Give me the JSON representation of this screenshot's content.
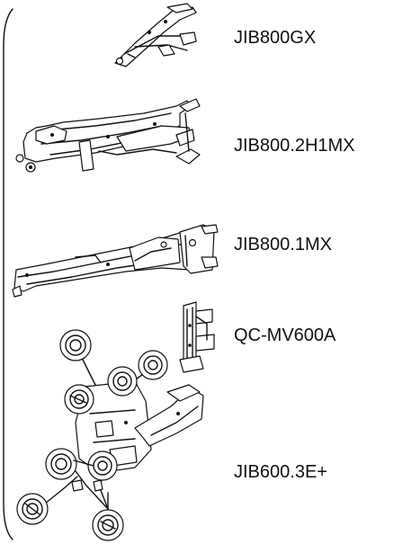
{
  "items": [
    {
      "model": "JIB800GX",
      "icon": "jib800gx-boom-illustration"
    },
    {
      "model": "JIB800.2H1MX",
      "icon": "jib800-2h1mx-boom-illustration"
    },
    {
      "model": "JIB800.1MX",
      "icon": "jib800-1mx-boom-illustration"
    },
    {
      "model": "QC-MV600A",
      "icon": "qc-mv600a-quick-coupler-illustration"
    },
    {
      "model": "JIB600.3E+",
      "icon": "jib600-3e-plus-vacuum-lifter-illustration"
    }
  ]
}
